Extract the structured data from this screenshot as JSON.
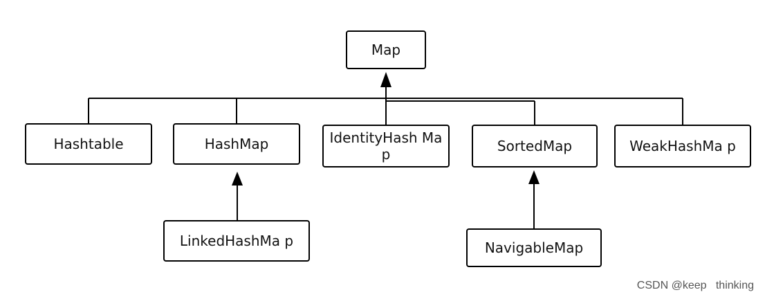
{
  "diagram": {
    "type": "class-hierarchy",
    "nodes": {
      "map": "Map",
      "hashtable": "Hashtable",
      "hashmap": "HashMap",
      "identityhashmap": "IdentityHash Map",
      "sortedmap": "SortedMap",
      "weakhashmap": "WeakHashMa p",
      "linkedhashmap": "LinkedHashMa p",
      "navigablemap": "NavigableMap"
    },
    "edges": [
      {
        "from": "hashtable",
        "to": "map"
      },
      {
        "from": "hashmap",
        "to": "map"
      },
      {
        "from": "identityhashmap",
        "to": "map"
      },
      {
        "from": "sortedmap",
        "to": "map"
      },
      {
        "from": "weakhashmap",
        "to": "map"
      },
      {
        "from": "linkedhashmap",
        "to": "hashmap"
      },
      {
        "from": "navigablemap",
        "to": "sortedmap"
      }
    ]
  },
  "watermark": "CSDN @keep   thinking",
  "colors": {
    "line": "#000000",
    "box_border": "#000000",
    "text": "#111111"
  }
}
